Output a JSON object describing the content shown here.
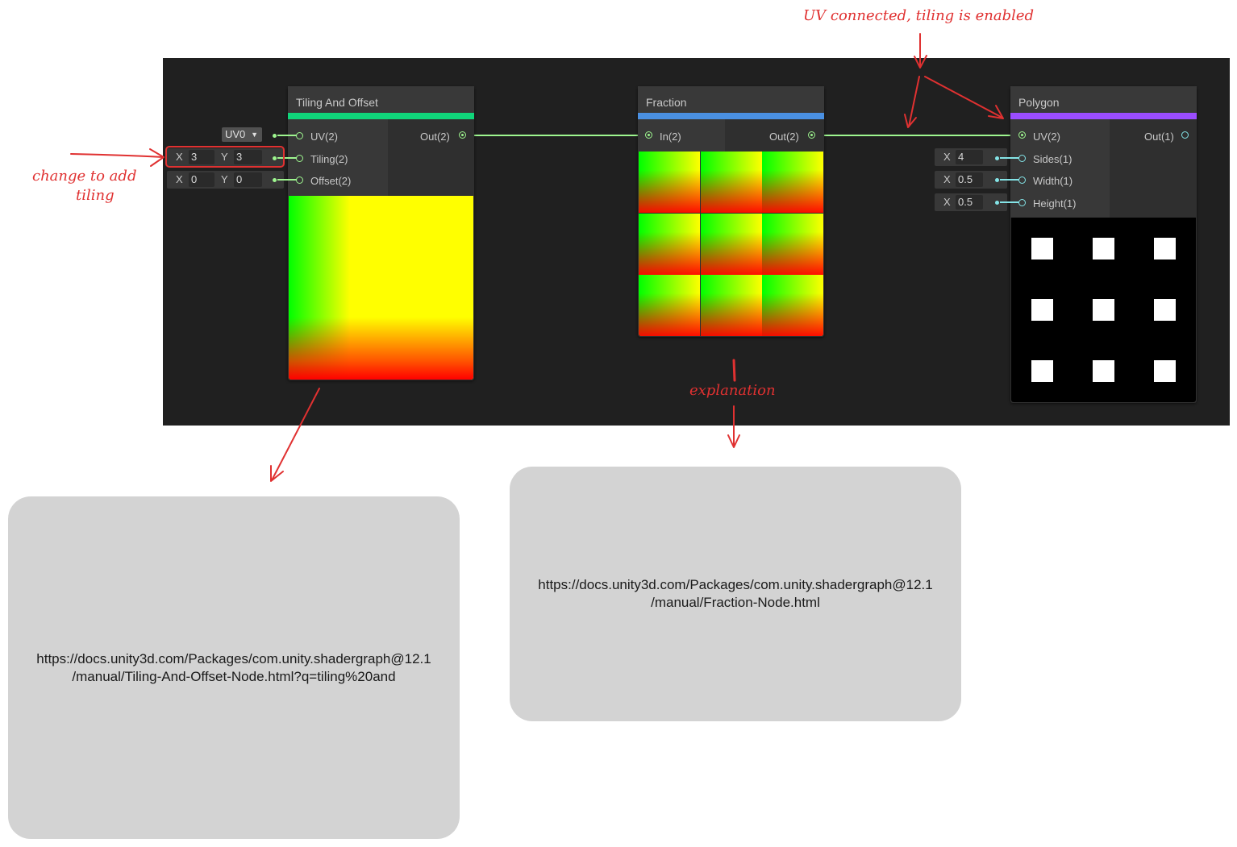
{
  "nodes": {
    "tiling": {
      "title": "Tiling And Offset",
      "inputs": [
        "UV(2)",
        "Tiling(2)",
        "Offset(2)"
      ],
      "output": "Out(2)",
      "uv_channel": "UV0",
      "tiling": {
        "x_label": "X",
        "x": "3",
        "y_label": "Y",
        "y": "3"
      },
      "offset": {
        "x_label": "X",
        "x": "0",
        "y_label": "Y",
        "y": "0"
      }
    },
    "fraction": {
      "title": "Fraction",
      "input": "In(2)",
      "output": "Out(2)"
    },
    "polygon": {
      "title": "Polygon",
      "inputs": [
        "UV(2)",
        "Sides(1)",
        "Width(1)",
        "Height(1)"
      ],
      "output": "Out(1)",
      "sides": {
        "label": "X",
        "value": "4"
      },
      "width": {
        "label": "X",
        "value": "0.5"
      },
      "height": {
        "label": "X",
        "value": "0.5"
      }
    }
  },
  "annotations": {
    "uv_connected": "UV connected, tiling is enabled",
    "change_tiling_line1": "change to add",
    "change_tiling_line2": "tiling",
    "explanation": "explanation"
  },
  "notes": {
    "tiling_link_line1": "https://docs.unity3d.com/Packages/com.unity.shadergraph@12.1",
    "tiling_link_line2": "/manual/Tiling-And-Offset-Node.html?q=tiling%20and",
    "fraction_link_line1": "https://docs.unity3d.com/Packages/com.unity.shadergraph@12.1",
    "fraction_link_line2": "/manual/Fraction-Node.html"
  },
  "colors": {
    "canvas": "#202020",
    "tiling_accent": "#10d57a",
    "fraction_accent": "#4a90e2",
    "polygon_accent": "#9b4dff",
    "wire_vector2": "#9ef68f",
    "wire_float": "#84e4e7",
    "annotation": "#e03131"
  }
}
